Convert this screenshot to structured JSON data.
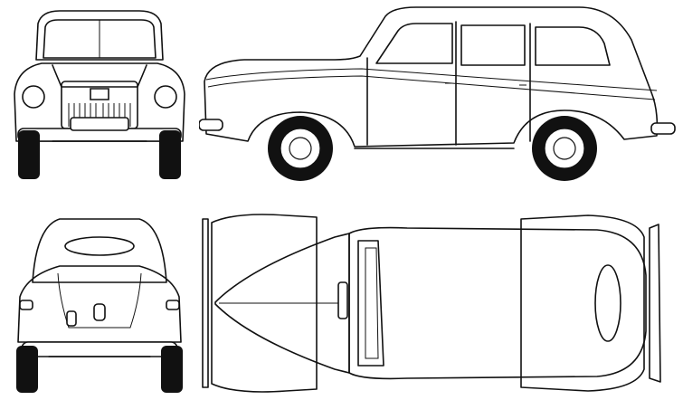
{
  "drawing": {
    "subject": "",
    "views": [
      "front",
      "side",
      "rear",
      "top"
    ]
  },
  "colors": {
    "line": "#111111",
    "paper": "#ffffff",
    "tire": "#111111"
  }
}
